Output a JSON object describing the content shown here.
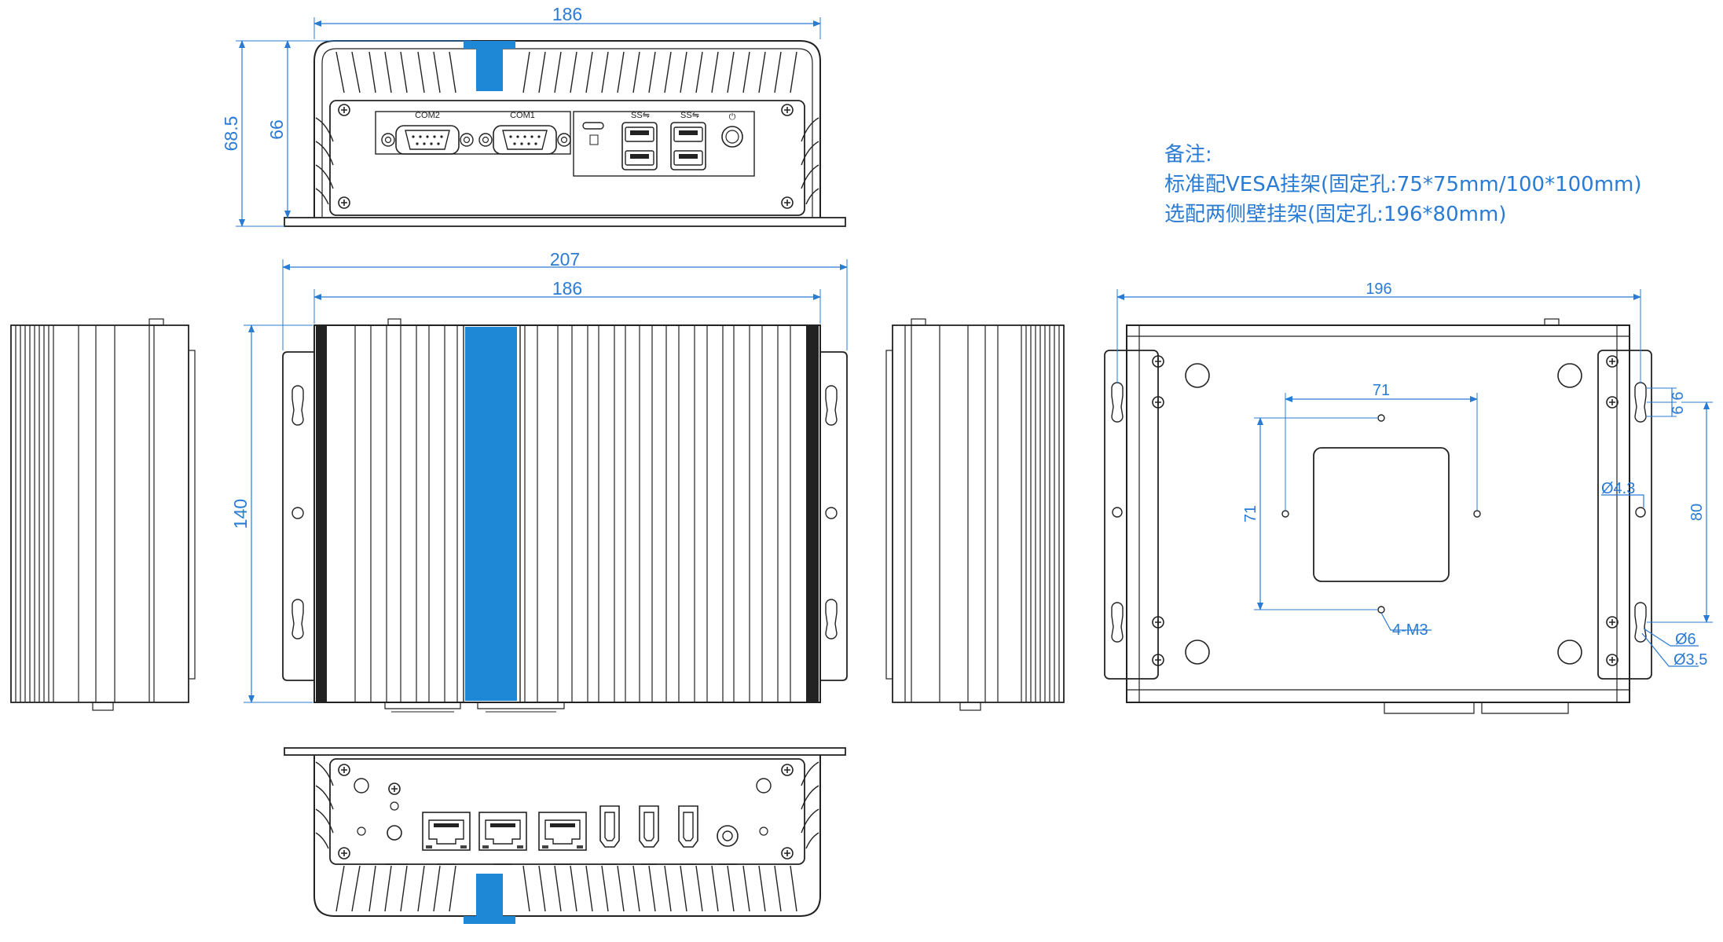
{
  "dimensions": {
    "top_width": "186",
    "top_height_total": "68.5",
    "top_height_body": "66",
    "front_width_total": "207",
    "front_width_body": "186",
    "front_depth": "140",
    "bottom_width": "196",
    "vesa_h": "71",
    "vesa_v": "71",
    "slot_pitch": "80",
    "slot_a": "6",
    "slot_b": "6",
    "hole_4_3": "Ø4.3",
    "hole_6": "Ø6",
    "hole_3_5": "Ø3.5",
    "vesa_screw": "4-M3"
  },
  "port_labels": {
    "com2": "COM2",
    "com1": "COM1",
    "usb3_a": "SS⇋",
    "usb3_b": "SS⇋",
    "power": "⏻"
  },
  "notes": {
    "title": "备注:",
    "line1": "标准配VESA挂架(固定孔:75*75mm/100*100mm)",
    "line2": "选配两侧壁挂架(固定孔:196*80mm)"
  },
  "colors": {
    "dimension": "#2a7bd4",
    "accent_blue": "#1e88d6",
    "outline": "#222222"
  }
}
